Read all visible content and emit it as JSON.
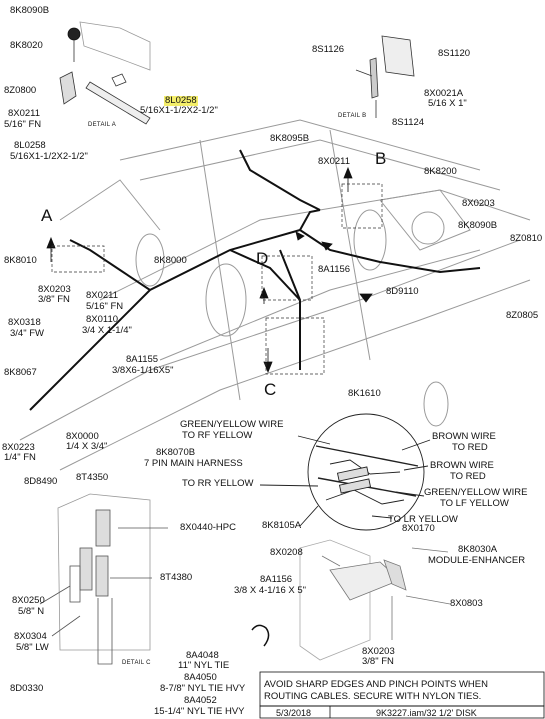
{
  "labels": {
    "p_8K8090B_top": "8K8090B",
    "p_8K8020": "8K8020",
    "p_8Z0800": "8Z0800",
    "p_8X0211_a": "8X0211",
    "p_8X0211_a_sub": "5/16\" FN",
    "p_8L0258_hl": "8L0258",
    "p_8L0258_hl_sub": "5/16X1-1/2X2-1/2\"",
    "p_8S1126": "8S1126",
    "p_8S1120": "8S1120",
    "p_8X0021A": "8X0021A",
    "p_8X0021A_sub": "5/16 X 1\"",
    "p_8S1124": "8S1124",
    "p_8L0258": "8L0258",
    "p_8L0258_sub": "5/16X1-1/2X2-1/2\"",
    "p_8K8095B": "8K8095B",
    "p_8X0211_b": "8X0211",
    "p_8K8200": "8K8200",
    "p_8X0203_r": "8X0203",
    "p_8K8090B_r": "8K8090B",
    "p_8Z0810": "8Z0810",
    "p_8K8010": "8K8010",
    "p_8K8000": "8K8000",
    "p_8A1156_mid": "8A1156",
    "p_8D9110": "8D9110",
    "p_8X0203_l": "8X0203",
    "p_8X0203_l_sub": "3/8\" FN",
    "p_8X0211_c": "8X0211",
    "p_8X0211_c_sub": "5/16\" FN",
    "p_8Z0805": "8Z0805",
    "p_8X0318": "8X0318",
    "p_8X0318_sub": "3/4\" FW",
    "p_8X0110": "8X0110",
    "p_8X0110_sub": "3/4 X 1-1/4\"",
    "p_8A1155": "8A1155",
    "p_8A1155_sub": "3/8X6-1/16X5\"",
    "p_8K8067": "8K8067",
    "p_8K1610": "8K1610",
    "p_8X0223": "8X0223",
    "p_8X0223_sub": "1/4\" FN",
    "p_8X0000": "8X0000",
    "p_8X0000_sub": "1/4 X 3/4\"",
    "p_8K8070B": "8K8070B",
    "p_8K8070B_sub": "7 PIN MAIN HARNESS",
    "p_8D8490": "8D8490",
    "w_gy_rf": "GREEN/YELLOW WIRE",
    "w_gy_rf_sub": "TO RF YELLOW",
    "w_brown_1": "BROWN WIRE",
    "w_brown_1_sub": "TO RED",
    "w_brown_2": "BROWN WIRE",
    "w_brown_2_sub": "TO RED",
    "w_gy_lf": "GREEN/YELLOW WIRE",
    "w_gy_lf_sub": "TO LF YELLOW",
    "w_rr": "TO RR YELLOW",
    "w_lr": "TO LR YELLOW",
    "p_8T4350": "8T4350",
    "p_8X0440": "8X0440-HPC",
    "p_8K8105A": "8K8105A",
    "p_8X0170": "8X0170",
    "p_8X0208": "8X0208",
    "p_8K8030A": "8K8030A",
    "p_8K8030A_sub": "MODULE-ENHANCER",
    "p_8T4380": "8T4380",
    "p_8A1156_low": "8A1156",
    "p_8A1156_low_sub": "3/8 X 4-1/16 X 5\"",
    "p_8X0803": "8X0803",
    "p_8X0250": "8X0250",
    "p_8X0250_sub": "5/8\" N",
    "p_8X0304": "8X0304",
    "p_8X0304_sub": "5/8\" LW",
    "p_8X0203_low": "8X0203",
    "p_8X0203_low_sub": "3/8\" FN",
    "p_8A4048": "8A4048",
    "p_8A4048_sub": "11\" NYL TIE",
    "p_8A4050": "8A4050",
    "p_8A4050_sub": "8-7/8\" NYL TIE HVY",
    "p_8A4052": "8A4052",
    "p_8A4052_sub": "15-1/4\" NYL TIE HVY",
    "p_8D0330": "8D0330"
  },
  "callouts": {
    "A": "A",
    "B": "B",
    "C": "C",
    "D": "D"
  },
  "details": {
    "a": "DETAIL A",
    "b": "DETAIL B",
    "c": "DETAIL C"
  },
  "note": {
    "line1": "AVOID SHARP EDGES AND PINCH POINTS WHEN",
    "line2": "ROUTING CABLES. SECURE WITH NYLON TIES."
  },
  "title_block": {
    "date": "5/3/2018",
    "file": "9K3227.iam/32 1/2' DISK"
  },
  "colors": {
    "line": "#111111",
    "frame": "#9a9a9a",
    "highlight": "#f4ee6a"
  }
}
